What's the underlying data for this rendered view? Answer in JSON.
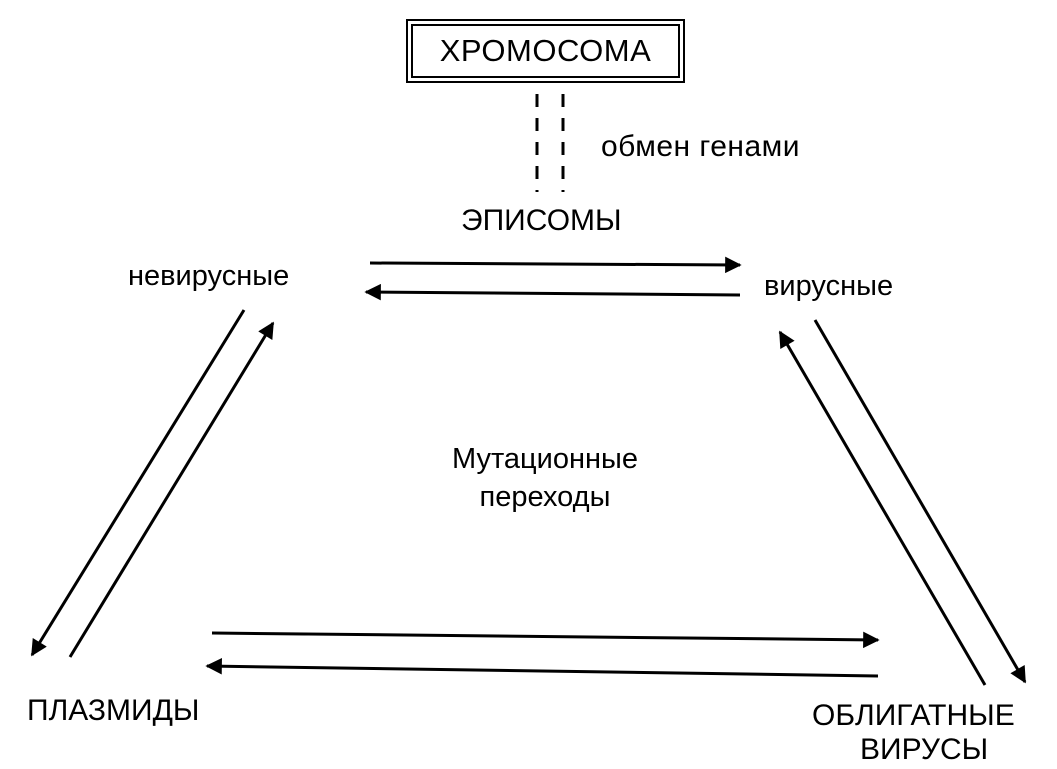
{
  "diagram": {
    "chromosome_label": "ХРОМОСОМА",
    "gene_exchange_label": "обмен генами",
    "episomes_label": "ЭПИСОМЫ",
    "nonviral_label": "невирусные",
    "viral_label": "вирусные",
    "mutational_line1": "Мутационные",
    "mutational_line2": "переходы",
    "plasmids_label": "ПЛАЗМИДЫ",
    "obligate_line1": "ОБЛИГАТНЫЕ",
    "obligate_line2": "ВИРУСЫ"
  },
  "colors": {
    "ink": "#000000",
    "background": "#ffffff"
  }
}
